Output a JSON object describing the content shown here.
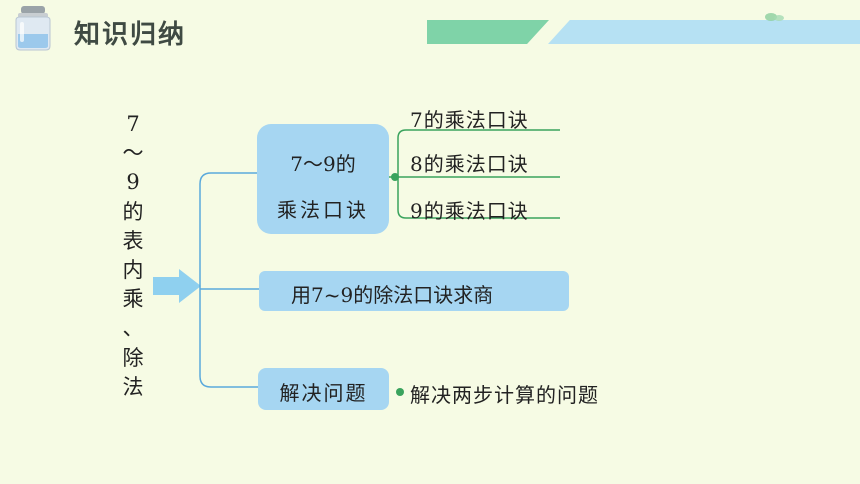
{
  "header": {
    "title": "知识归纳",
    "icon": "jar-icon"
  },
  "root": {
    "label": "7～9的表内乘、除法",
    "chars": [
      "7",
      "～",
      "9",
      "的",
      "表",
      "内",
      "乘",
      "、",
      "除",
      "法"
    ]
  },
  "branches": {
    "multiplication": {
      "line1": "7～9的",
      "line2": "乘法口诀",
      "children": [
        "7的乘法口诀",
        "8的乘法口诀",
        "9的乘法口诀"
      ]
    },
    "division": {
      "label": "用7~9的除法口诀求商"
    },
    "problem_solving": {
      "label": "解决问题",
      "child": "解决两步计算的问题"
    }
  },
  "colors": {
    "background": "#f6fbe4",
    "box_fill": "#a6d6f2",
    "branch_line_blue": "#5aa9dc",
    "branch_line_green": "#3aa35d",
    "band_green": "#7fd3a8",
    "band_blue": "#b6e1f3",
    "arrow": "#8fd0ef"
  }
}
